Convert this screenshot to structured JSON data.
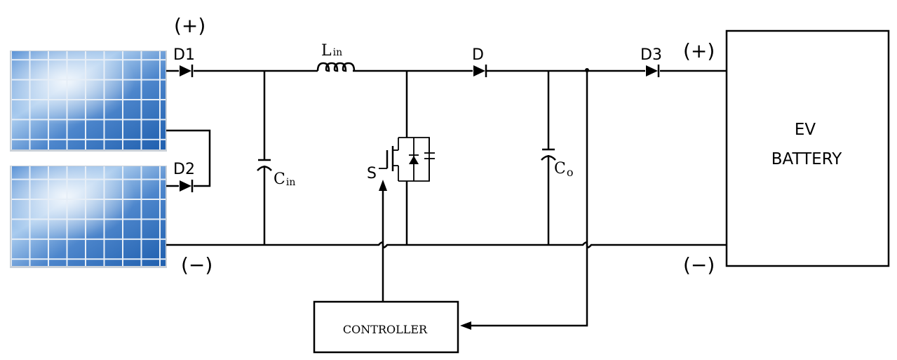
{
  "terminals": {
    "plus_left": "(+)",
    "minus_left": "(−)",
    "plus_right": "(+)",
    "minus_right": "(−)"
  },
  "components": {
    "d1": "D1",
    "d2": "D2",
    "d3": "D3",
    "d": "D",
    "l_in_main": "L",
    "l_in_sub": "in",
    "c_in_main": "C",
    "c_in_sub": "in",
    "c_o_main": "C",
    "c_o_sub": "o",
    "switch": "S"
  },
  "battery": {
    "line1": "EV",
    "line2": "BATTERY"
  },
  "controller": {
    "label": "CONTROLLER"
  },
  "colors": {
    "panel_dark": "#1f5fae",
    "panel_light": "#7fb3e6",
    "panel_frame": "#b9c2cc",
    "wire": "#000000"
  }
}
